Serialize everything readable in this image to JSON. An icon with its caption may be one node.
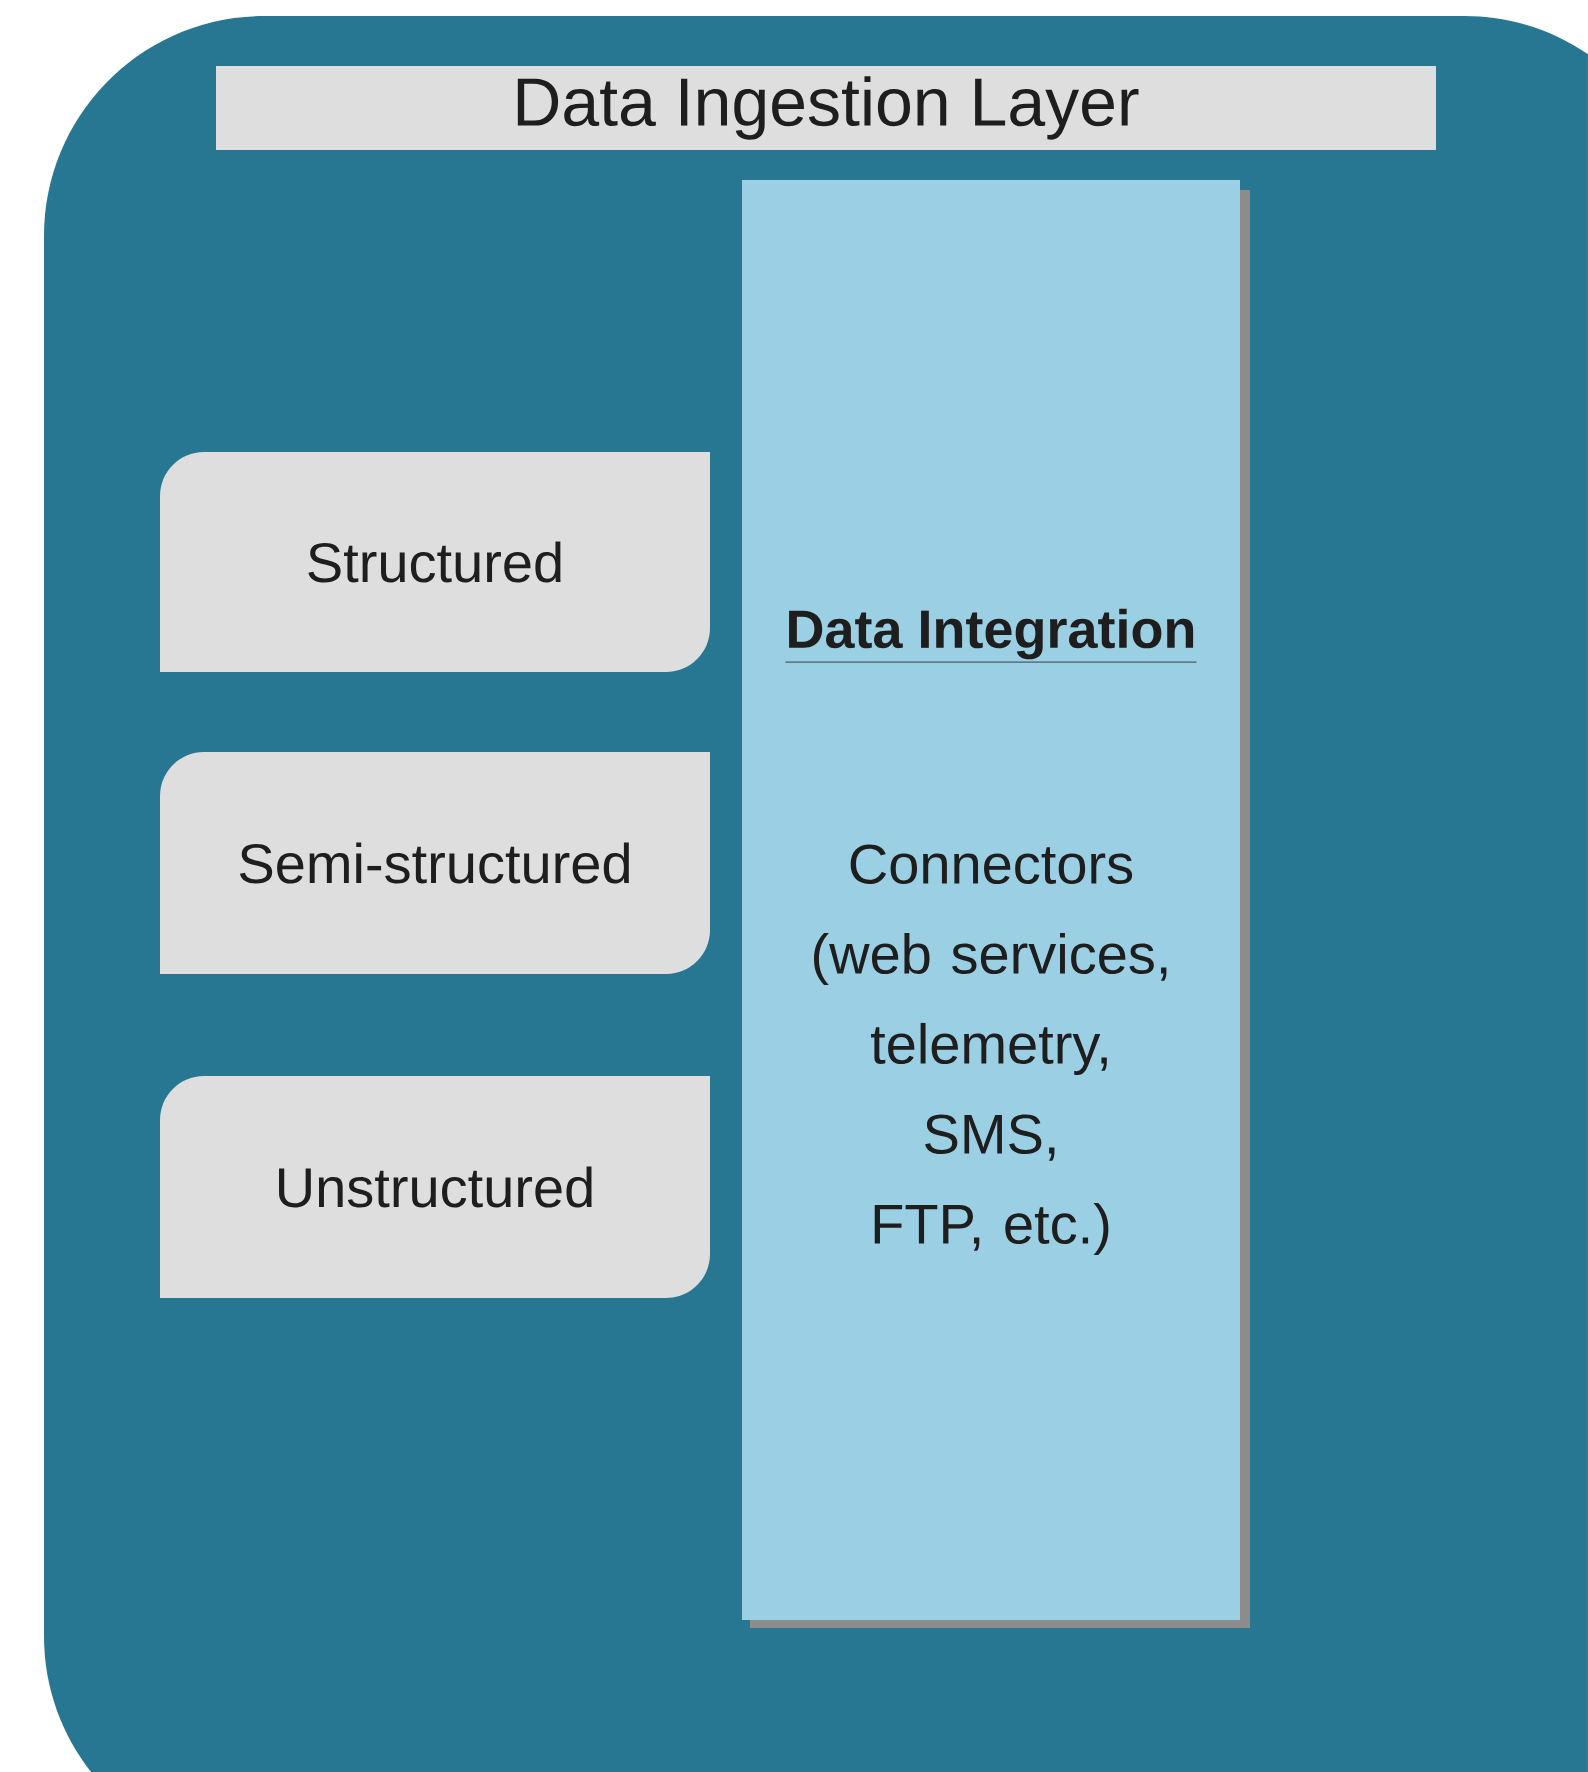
{
  "diagram": {
    "nodes": [
      {
        "text": [
          "Data Ingestion Layer"
        ]
      },
      {
        "text": [
          "Structured"
        ],
        "in": 0
      },
      {
        "text": [
          "Semi-structured"
        ],
        "in": 0
      },
      {
        "text": [
          "Unstructured"
        ],
        "in": 0
      },
      {
        "text": [
          "Data Integration",
          "Connectors (web services, telemetry, SMS, FTP, etc.)"
        ],
        "in": 0
      }
    ]
  }
}
